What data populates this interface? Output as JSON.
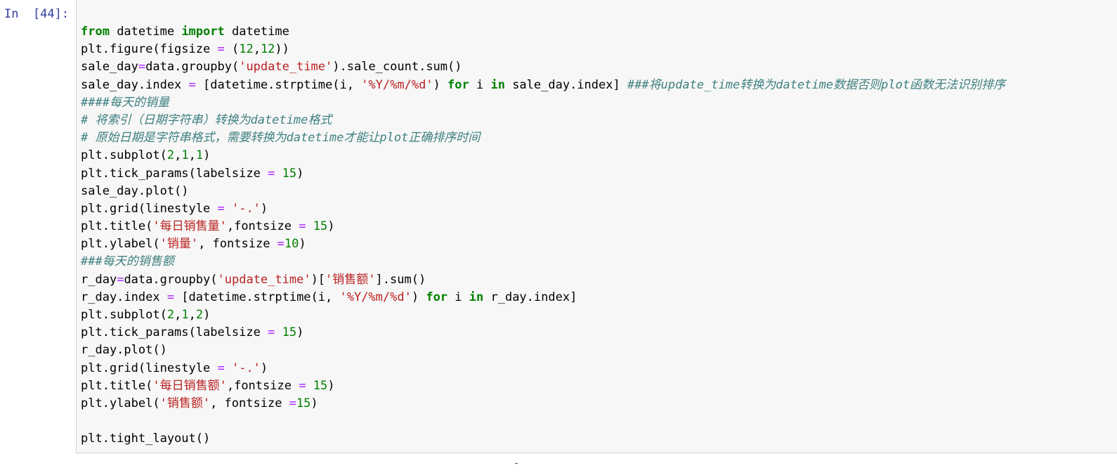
{
  "cell": {
    "prompt": "In  [44]:"
  },
  "code_lines": [
    [
      {
        "t": "from",
        "c": "kw"
      },
      {
        "t": " datetime "
      },
      {
        "t": "import",
        "c": "kw"
      },
      {
        "t": " datetime"
      }
    ],
    [
      {
        "t": "plt.figure(figsize "
      },
      {
        "t": "=",
        "c": "op"
      },
      {
        "t": " ("
      },
      {
        "t": "12",
        "c": "num"
      },
      {
        "t": ","
      },
      {
        "t": "12",
        "c": "num"
      },
      {
        "t": "))"
      }
    ],
    [
      {
        "t": "sale_day"
      },
      {
        "t": "=",
        "c": "op"
      },
      {
        "t": "data.groupby("
      },
      {
        "t": "'update_time'",
        "c": "str"
      },
      {
        "t": ").sale_count.sum()"
      }
    ],
    [
      {
        "t": "sale_day.index "
      },
      {
        "t": "=",
        "c": "op"
      },
      {
        "t": " [datetime.strptime(i, "
      },
      {
        "t": "'%Y/%m/%d'",
        "c": "str"
      },
      {
        "t": ") "
      },
      {
        "t": "for",
        "c": "kw"
      },
      {
        "t": " i "
      },
      {
        "t": "in",
        "c": "kw"
      },
      {
        "t": " sale_day.index] "
      },
      {
        "t": "###将update_time转换为datetime数据否则plot函数无法识别排序",
        "c": "com"
      }
    ],
    [
      {
        "t": "####每天的销量",
        "c": "com"
      }
    ],
    [
      {
        "t": "# 将索引（日期字符串）转换为datetime格式",
        "c": "com"
      }
    ],
    [
      {
        "t": "# 原始日期是字符串格式，需要转换为datetime才能让plot正确排序时间",
        "c": "com"
      }
    ],
    [
      {
        "t": "plt.subplot("
      },
      {
        "t": "2",
        "c": "num"
      },
      {
        "t": ","
      },
      {
        "t": "1",
        "c": "num"
      },
      {
        "t": ","
      },
      {
        "t": "1",
        "c": "num"
      },
      {
        "t": ")"
      }
    ],
    [
      {
        "t": "plt.tick_params(labelsize "
      },
      {
        "t": "=",
        "c": "op"
      },
      {
        "t": " "
      },
      {
        "t": "15",
        "c": "num"
      },
      {
        "t": ")"
      }
    ],
    [
      {
        "t": "sale_day.plot()"
      }
    ],
    [
      {
        "t": "plt.grid(linestyle "
      },
      {
        "t": "=",
        "c": "op"
      },
      {
        "t": " "
      },
      {
        "t": "'-.'",
        "c": "str"
      },
      {
        "t": ")"
      }
    ],
    [
      {
        "t": "plt.title("
      },
      {
        "t": "'每日销售量'",
        "c": "str"
      },
      {
        "t": ",fontsize "
      },
      {
        "t": "=",
        "c": "op"
      },
      {
        "t": " "
      },
      {
        "t": "15",
        "c": "num"
      },
      {
        "t": ")"
      }
    ],
    [
      {
        "t": "plt.ylabel("
      },
      {
        "t": "'销量'",
        "c": "str"
      },
      {
        "t": ", fontsize "
      },
      {
        "t": "=",
        "c": "op"
      },
      {
        "t": "10",
        "c": "num"
      },
      {
        "t": ")"
      }
    ],
    [
      {
        "t": "###每天的销售额",
        "c": "com"
      }
    ],
    [
      {
        "t": "r_day"
      },
      {
        "t": "=",
        "c": "op"
      },
      {
        "t": "data.groupby("
      },
      {
        "t": "'update_time'",
        "c": "str"
      },
      {
        "t": ")["
      },
      {
        "t": "'销售额'",
        "c": "str"
      },
      {
        "t": "].sum()"
      }
    ],
    [
      {
        "t": "r_day.index "
      },
      {
        "t": "=",
        "c": "op"
      },
      {
        "t": " [datetime.strptime(i, "
      },
      {
        "t": "'%Y/%m/%d'",
        "c": "str"
      },
      {
        "t": ") "
      },
      {
        "t": "for",
        "c": "kw"
      },
      {
        "t": " i "
      },
      {
        "t": "in",
        "c": "kw"
      },
      {
        "t": " r_day.index]"
      }
    ],
    [
      {
        "t": "plt.subplot("
      },
      {
        "t": "2",
        "c": "num"
      },
      {
        "t": ","
      },
      {
        "t": "1",
        "c": "num"
      },
      {
        "t": ","
      },
      {
        "t": "2",
        "c": "num"
      },
      {
        "t": ")"
      }
    ],
    [
      {
        "t": "plt.tick_params(labelsize "
      },
      {
        "t": "=",
        "c": "op"
      },
      {
        "t": " "
      },
      {
        "t": "15",
        "c": "num"
      },
      {
        "t": ")"
      }
    ],
    [
      {
        "t": "r_day.plot()"
      }
    ],
    [
      {
        "t": "plt.grid(linestyle "
      },
      {
        "t": "=",
        "c": "op"
      },
      {
        "t": " "
      },
      {
        "t": "'-.'",
        "c": "str"
      },
      {
        "t": ")"
      }
    ],
    [
      {
        "t": "plt.title("
      },
      {
        "t": "'每日销售额'",
        "c": "str"
      },
      {
        "t": ",fontsize "
      },
      {
        "t": "=",
        "c": "op"
      },
      {
        "t": " "
      },
      {
        "t": "15",
        "c": "num"
      },
      {
        "t": ")"
      }
    ],
    [
      {
        "t": "plt.ylabel("
      },
      {
        "t": "'销售额'",
        "c": "str"
      },
      {
        "t": ", fontsize "
      },
      {
        "t": "=",
        "c": "op"
      },
      {
        "t": "15",
        "c": "num"
      },
      {
        "t": ")"
      }
    ],
    [],
    [
      {
        "t": "plt.tight_layout()"
      }
    ]
  ],
  "colors": {
    "prompt": "#303f9f",
    "cell_background": "#f7f7f7",
    "cell_border": "#cfcfcf",
    "keyword": "#008000",
    "operator": "#aa22ff",
    "string": "#ba2121",
    "number": "#008000",
    "comment": "#408080"
  }
}
